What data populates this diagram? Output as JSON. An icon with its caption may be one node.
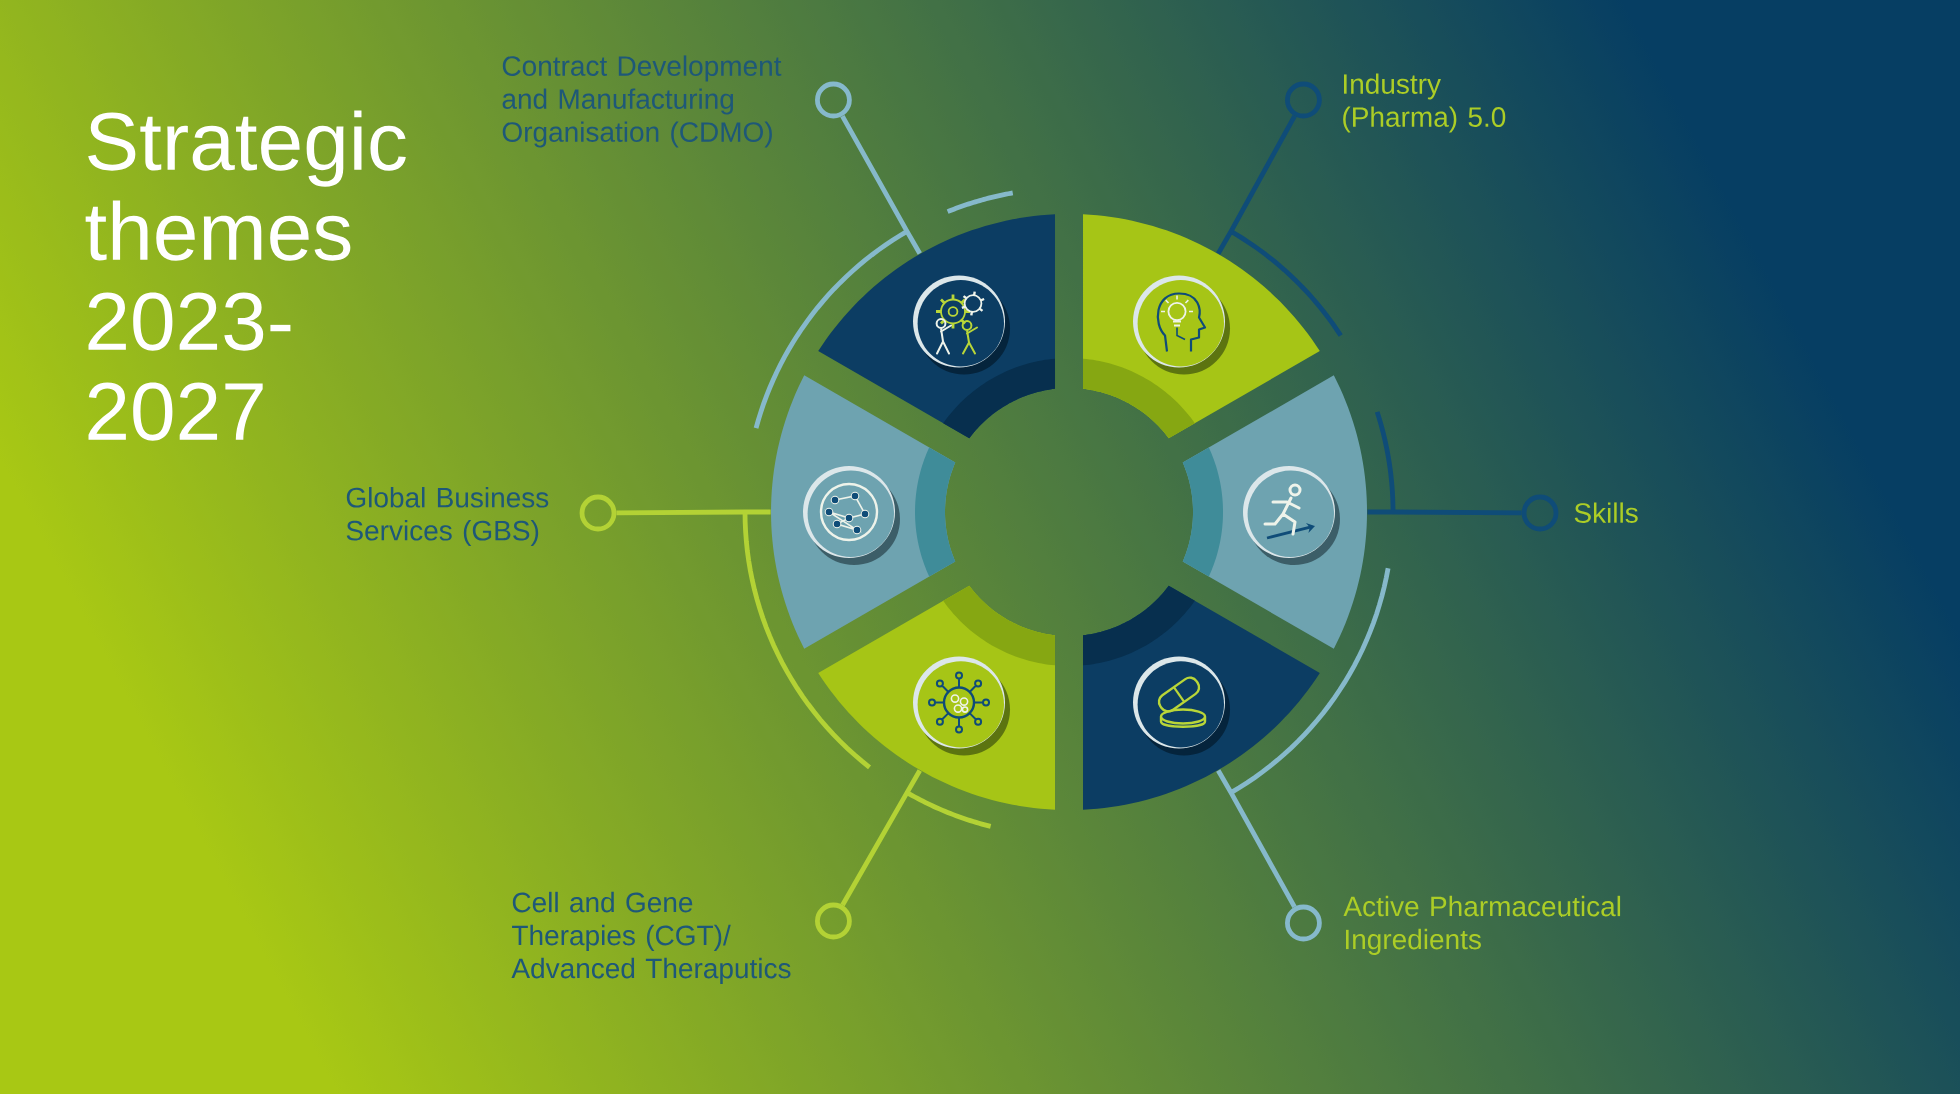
{
  "diagram": {
    "title": "Strategic themes 2023-2027",
    "nodes": [
      {
        "text": [],
        "shape": "circle",
        "beside": [
          "Contract Development and Manufacturing Organisation (CDMO)"
        ]
      },
      {
        "text": [],
        "shape": "circle",
        "beside": [
          "Industry (Pharma) 5.0"
        ]
      },
      {
        "text": [],
        "shape": "circle",
        "beside": [
          "Global Business Services (GBS)"
        ]
      },
      {
        "text": [],
        "shape": "circle",
        "beside": [
          "Skills"
        ]
      },
      {
        "text": [],
        "shape": "circle",
        "beside": [
          "Cell and Gene Therapies (CGT)/ Advanced Theraputics"
        ]
      },
      {
        "text": [],
        "shape": "circle",
        "beside": [
          "Active Pharmaceutical Ingredients"
        ]
      },
      {
        "text": [],
        "shape": "sector"
      },
      {
        "text": [],
        "shape": "sector"
      },
      {
        "text": [],
        "shape": "sector"
      },
      {
        "text": [],
        "shape": "sector"
      },
      {
        "text": [],
        "shape": "sector"
      },
      {
        "text": [],
        "shape": "sector"
      }
    ],
    "edges": [
      {
        "from": 0,
        "to": 6,
        "arrow": "none",
        "color": "#86b9cb"
      },
      {
        "from": 1,
        "to": 7,
        "arrow": "none",
        "color": "#0f4c78"
      },
      {
        "from": 2,
        "to": 8,
        "arrow": "none",
        "color": "#b3d235"
      },
      {
        "from": 3,
        "to": 9,
        "arrow": "none",
        "color": "#0f4c78"
      },
      {
        "from": 4,
        "to": 10,
        "arrow": "none",
        "color": "#b3d235"
      },
      {
        "from": 5,
        "to": 11,
        "arrow": "none",
        "color": "#86b9cb"
      }
    ]
  }
}
